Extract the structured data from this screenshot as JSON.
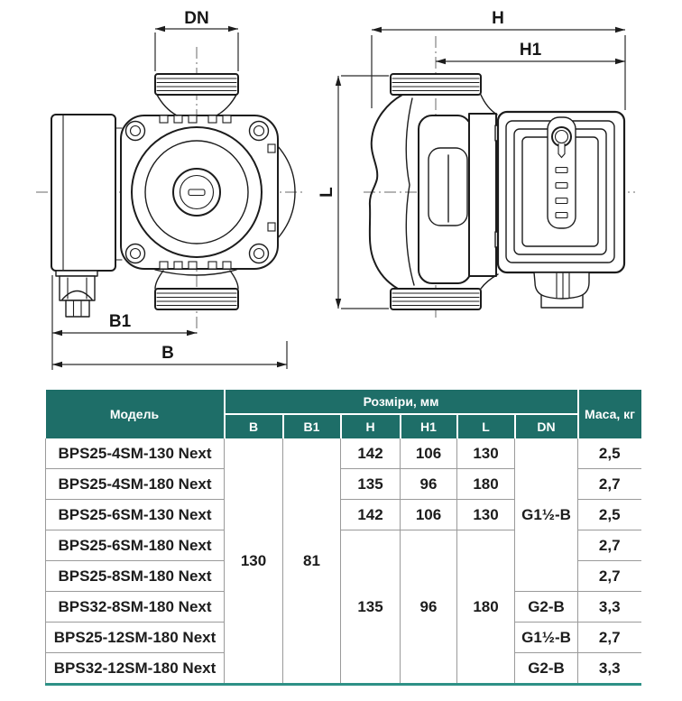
{
  "drawing": {
    "front_view": {
      "dn_label": "DN",
      "b1_label": "B1",
      "b_label": "B"
    },
    "side_view": {
      "h_label": "H",
      "h1_label": "H1",
      "l_label": "L"
    }
  },
  "table": {
    "header": {
      "model": "Модель",
      "dimensions": "Розміри, мм",
      "mass": "Маса, кг",
      "sub": [
        "B",
        "B1",
        "H",
        "H1",
        "L",
        "DN"
      ]
    },
    "merged": {
      "b": "130",
      "b1": "81",
      "dn_top": "G1½-B",
      "h_bottom": "135",
      "h1_bottom": "96",
      "l_bottom": "180"
    },
    "rows": [
      {
        "model": "BPS25-4SM-130 Next",
        "h": "142",
        "h1": "106",
        "l": "130",
        "mass": "2,5"
      },
      {
        "model": "BPS25-4SM-180 Next",
        "h": "135",
        "h1": "96",
        "l": "180",
        "mass": "2,7"
      },
      {
        "model": "BPS25-6SM-130 Next",
        "h": "142",
        "h1": "106",
        "l": "130",
        "mass": "2,5"
      },
      {
        "model": "BPS25-6SM-180 Next",
        "mass": "2,7"
      },
      {
        "model": "BPS25-8SM-180 Next",
        "mass": "2,7"
      },
      {
        "model": "BPS32-8SM-180 Next",
        "dn": "G2-B",
        "mass": "3,3"
      },
      {
        "model": "BPS25-12SM-180 Next",
        "dn": "G1½-B",
        "mass": "2,7"
      },
      {
        "model": "BPS32-12SM-180 Next",
        "dn": "G2-B",
        "mass": "3,3"
      }
    ],
    "colors": {
      "header_bg": "#1E6E68",
      "accent_line": "#2E9186",
      "grid_line": "#9a9a9a"
    }
  }
}
